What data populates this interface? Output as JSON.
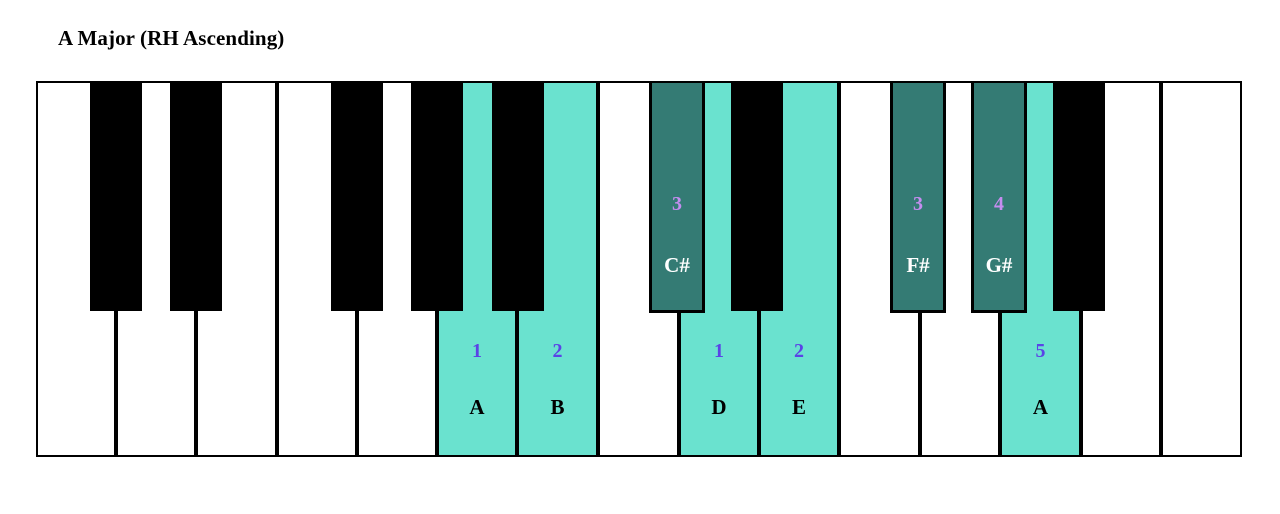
{
  "title": "A Major (RH Ascending)",
  "colors": {
    "white_key": "#ffffff",
    "black_key": "#000000",
    "highlight_white": "#6ae2cf",
    "highlight_black": "#347b74",
    "finger_white": "#5a43e6",
    "finger_black": "#c58df0",
    "note_white": "#000000",
    "note_black": "#ffffff"
  },
  "keyboard": {
    "white_keys": [
      {
        "note": "C",
        "highlighted": false,
        "label": "",
        "finger": ""
      },
      {
        "note": "D",
        "highlighted": false,
        "label": "",
        "finger": ""
      },
      {
        "note": "E",
        "highlighted": false,
        "label": "",
        "finger": ""
      },
      {
        "note": "F",
        "highlighted": false,
        "label": "",
        "finger": ""
      },
      {
        "note": "G",
        "highlighted": false,
        "label": "",
        "finger": ""
      },
      {
        "note": "A",
        "highlighted": true,
        "label": "A",
        "finger": "1"
      },
      {
        "note": "B",
        "highlighted": true,
        "label": "B",
        "finger": "2"
      },
      {
        "note": "C",
        "highlighted": false,
        "label": "",
        "finger": ""
      },
      {
        "note": "D",
        "highlighted": true,
        "label": "D",
        "finger": "1"
      },
      {
        "note": "E",
        "highlighted": true,
        "label": "E",
        "finger": "2"
      },
      {
        "note": "F",
        "highlighted": false,
        "label": "",
        "finger": ""
      },
      {
        "note": "G",
        "highlighted": false,
        "label": "",
        "finger": ""
      },
      {
        "note": "A",
        "highlighted": true,
        "label": "A",
        "finger": "5"
      },
      {
        "note": "B",
        "highlighted": false,
        "label": "",
        "finger": ""
      },
      {
        "note": "C",
        "highlighted": false,
        "label": "",
        "finger": ""
      }
    ],
    "black_keys": [
      {
        "note": "C#",
        "highlighted": false,
        "label": "",
        "finger": ""
      },
      {
        "note": "D#",
        "highlighted": false,
        "label": "",
        "finger": ""
      },
      {
        "note": "F#",
        "highlighted": false,
        "label": "",
        "finger": ""
      },
      {
        "note": "G#",
        "highlighted": false,
        "label": "",
        "finger": ""
      },
      {
        "note": "A#",
        "highlighted": false,
        "label": "",
        "finger": ""
      },
      {
        "note": "C#",
        "highlighted": true,
        "label": "C#",
        "finger": "3"
      },
      {
        "note": "D#",
        "highlighted": false,
        "label": "",
        "finger": ""
      },
      {
        "note": "F#",
        "highlighted": true,
        "label": "F#",
        "finger": "3"
      },
      {
        "note": "G#",
        "highlighted": true,
        "label": "G#",
        "finger": "4"
      },
      {
        "note": "A#",
        "highlighted": false,
        "label": "",
        "finger": ""
      }
    ]
  }
}
